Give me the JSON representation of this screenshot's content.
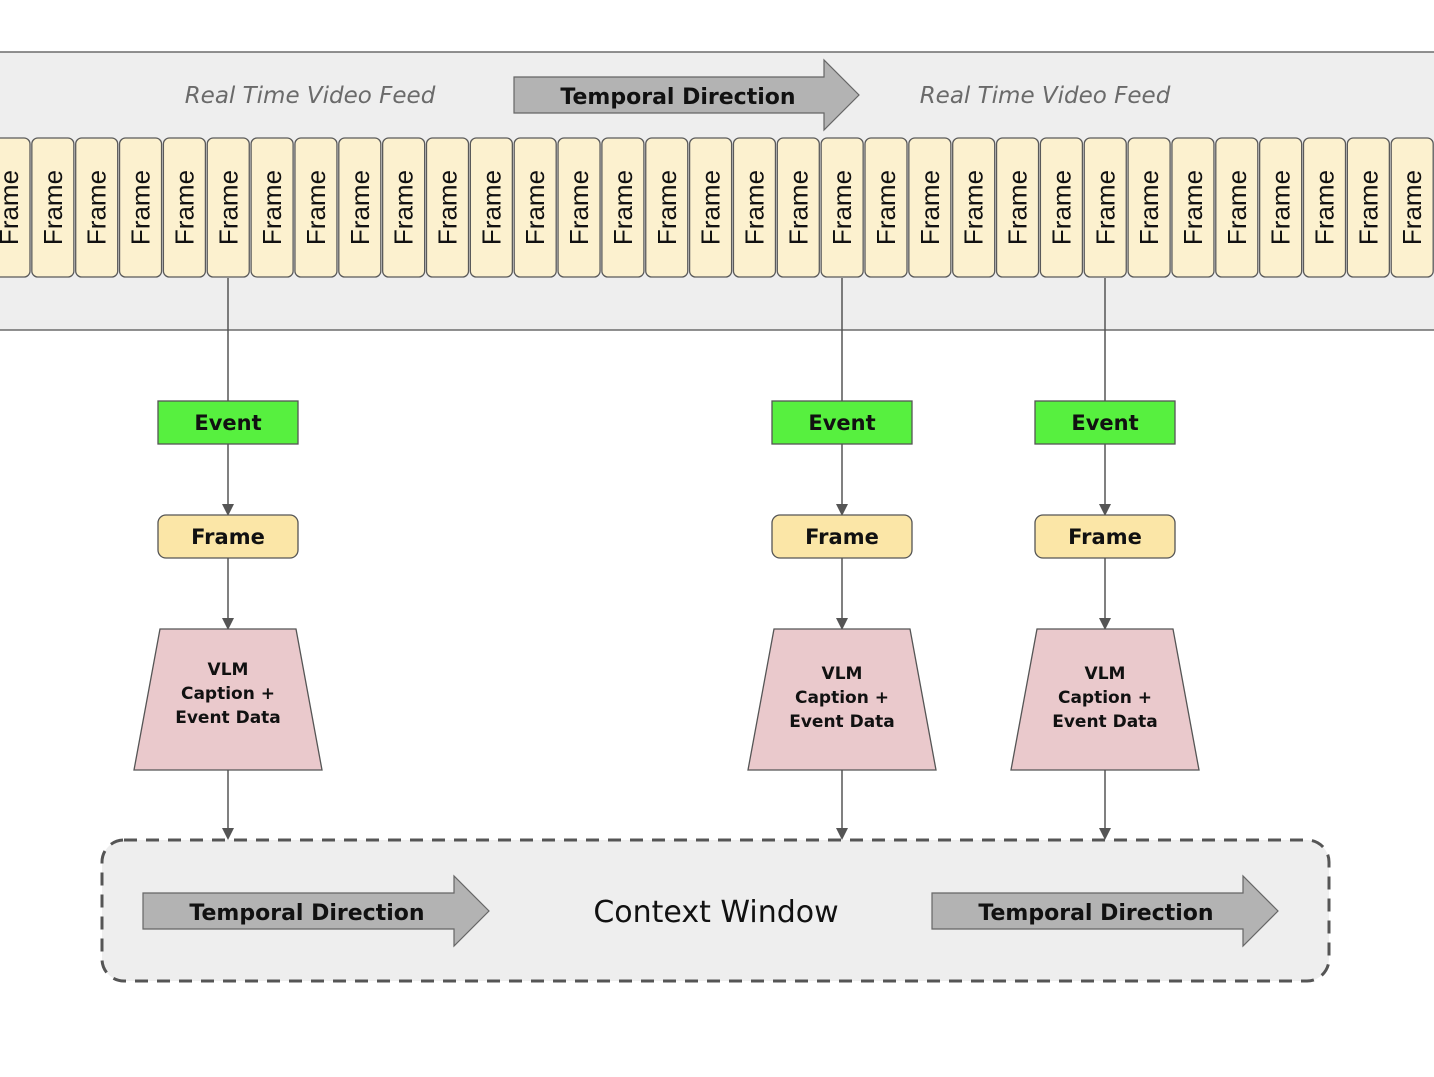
{
  "video_feed": {
    "label_left": "Real Time Video Feed",
    "label_right": "Real Time Video Feed",
    "direction_label": "Temporal Direction",
    "frame_label": "Frame",
    "frame_count": 33
  },
  "pipelines": [
    {
      "event_label": "Event",
      "frame_label": "Frame",
      "vlm_lines": [
        "VLM",
        "Caption +",
        "Event Data"
      ]
    },
    {
      "event_label": "Event",
      "frame_label": "Frame",
      "vlm_lines": [
        "VLM",
        "Caption +",
        "Event Data"
      ]
    },
    {
      "event_label": "Event",
      "frame_label": "Frame",
      "vlm_lines": [
        "VLM",
        "Caption +",
        "Event Data"
      ]
    }
  ],
  "context_window": {
    "title": "Context Window",
    "direction_left": "Temporal Direction",
    "direction_right": "Temporal Direction"
  },
  "colors": {
    "band": "#eeeeee",
    "frame_strip": "#fcf1cf",
    "frame_box": "#fbe6a7",
    "event": "#57f03f",
    "vlm": "#eac9cc",
    "arrow": "#b3b3b3",
    "line": "#555555"
  }
}
